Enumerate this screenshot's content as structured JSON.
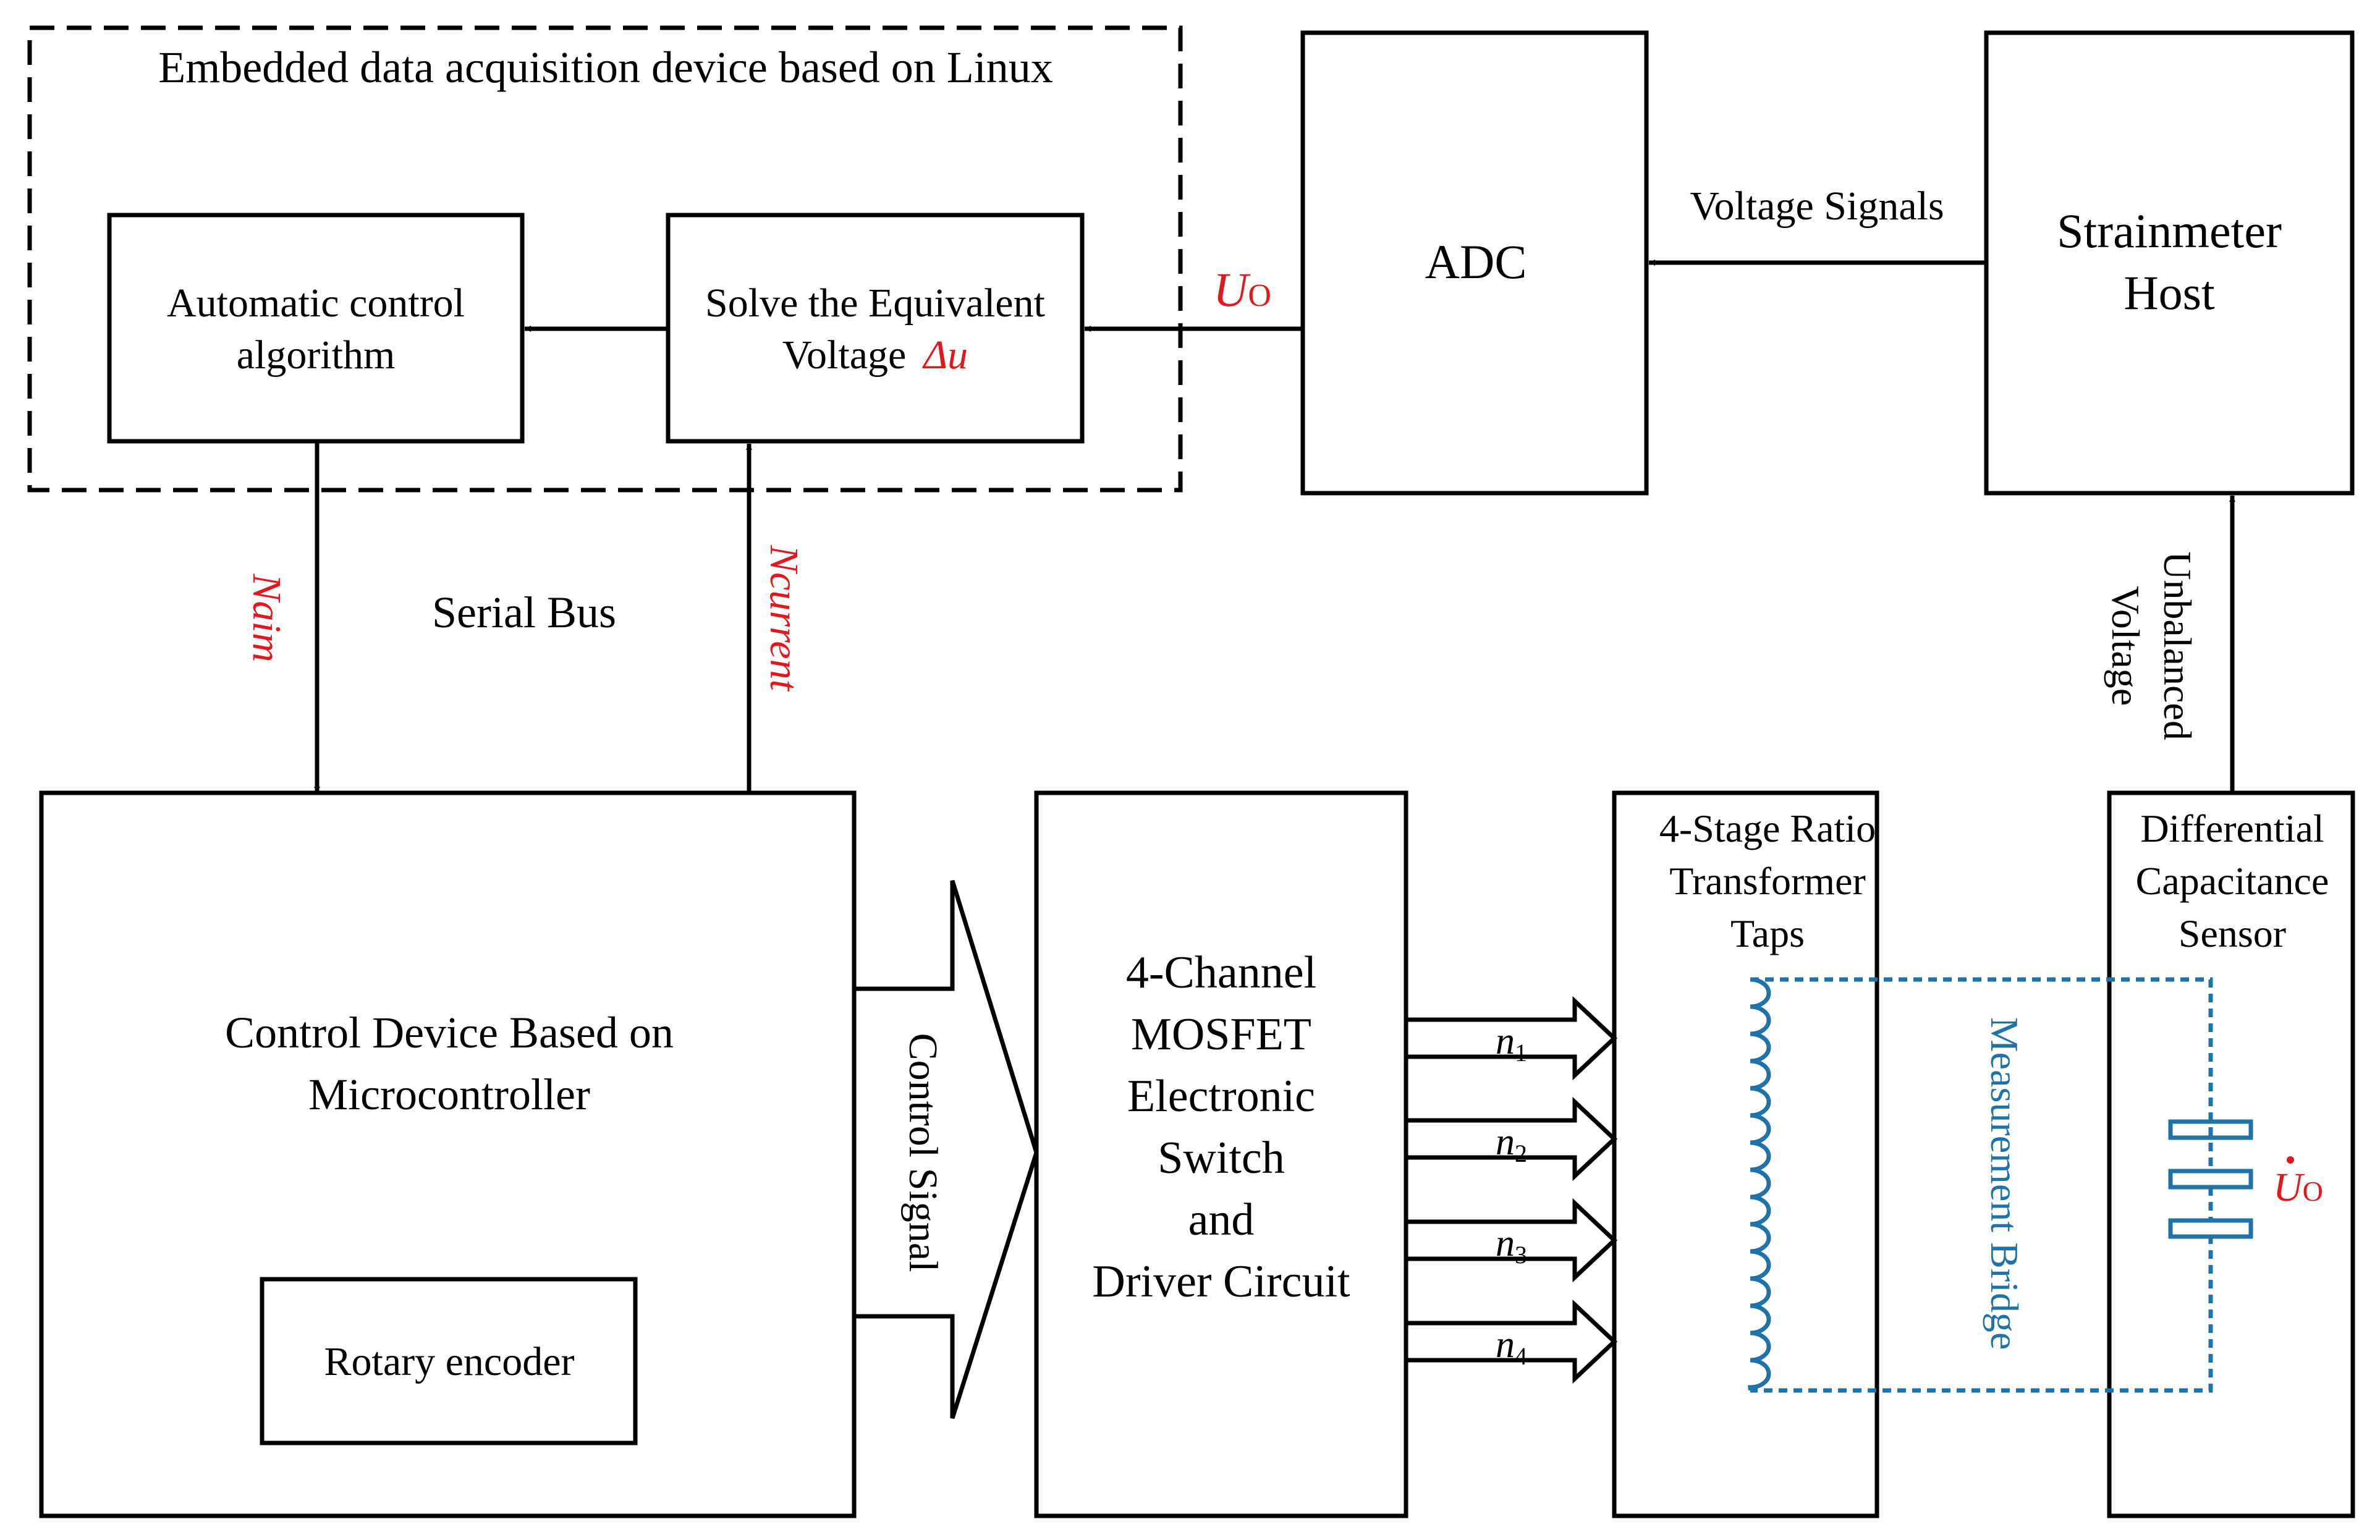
{
  "colors": {
    "line": "#000000",
    "accent_red": "#e1191e",
    "bridge_blue": "#1f73a6",
    "background": "#ffffff"
  },
  "embedded_group": {
    "title": "Embedded data acquisition device based on Linux"
  },
  "blocks": {
    "auto_control": {
      "line1": "Automatic control",
      "line2": "algorithm"
    },
    "solve_voltage": {
      "line1": "Solve the Equivalent",
      "line2": "Voltage",
      "symbol": "Δu"
    },
    "adc": {
      "label": "ADC"
    },
    "strainmeter": {
      "line1": "Strainmeter",
      "line2": "Host"
    },
    "control_device": {
      "line1": "Control Device Based on",
      "line2": "Microcontroller"
    },
    "rotary_encoder": {
      "label": "Rotary encoder"
    },
    "mosfet": {
      "line1": "4-Channel",
      "line2": "MOSFET",
      "line3": "Electronic",
      "line4": "Switch",
      "line5": "and",
      "line6": "Driver Circuit"
    },
    "transformer": {
      "line1": "4-Stage Ratio",
      "line2": "Transformer",
      "line3": "Taps"
    },
    "sensor": {
      "line1": "Differential",
      "line2": "Capacitance",
      "line3": "Sensor"
    }
  },
  "signals": {
    "uo": {
      "letter": "U",
      "sub": "O"
    },
    "voltage_signals": "Voltage Signals",
    "unbalanced_line1": "Unbalanced",
    "unbalanced_line2": "Voltage",
    "naim": "Naim",
    "ncurrent": "Ncurrent",
    "serial_bus": "Serial Bus",
    "control_signal": "Control Signal",
    "measurement_bridge": "Measurement Bridge",
    "uo_dot": {
      "letter": "U",
      "sub": "O"
    }
  },
  "channels": [
    {
      "letter": "n",
      "sub": "1"
    },
    {
      "letter": "n",
      "sub": "2"
    },
    {
      "letter": "n",
      "sub": "3"
    },
    {
      "letter": "n",
      "sub": "4"
    }
  ]
}
